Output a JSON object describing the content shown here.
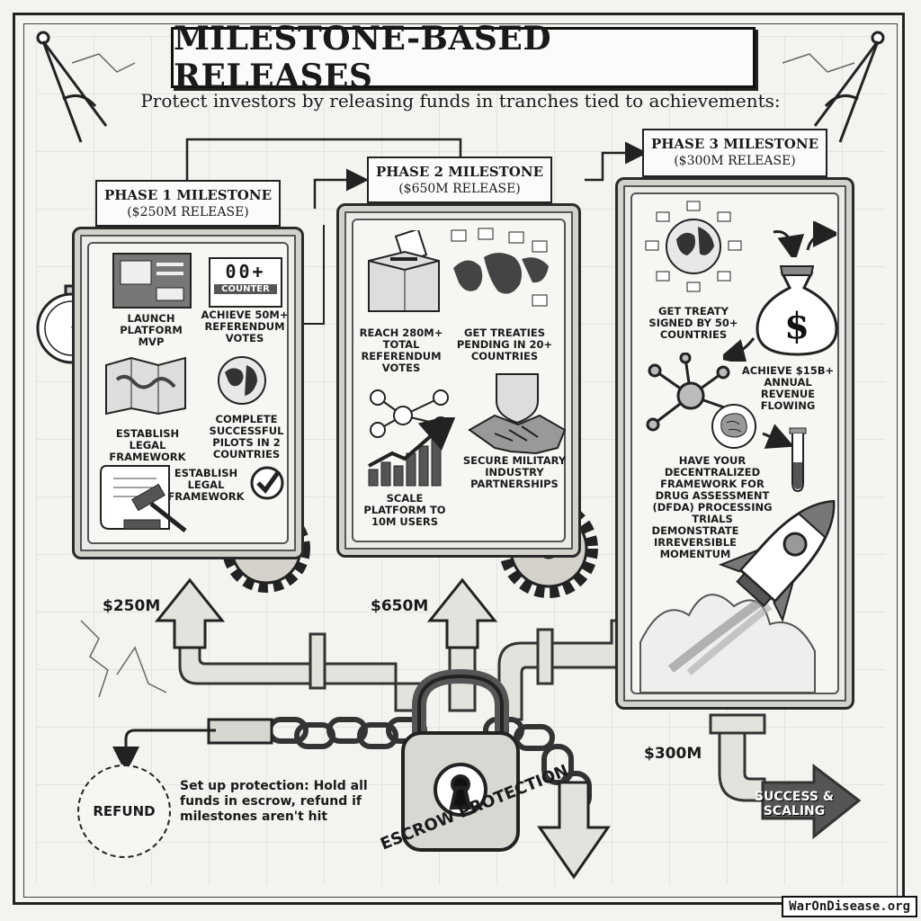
{
  "title": "MILESTONE-BASED RELEASES",
  "subtitle": "Protect investors by releasing funds in tranches tied to achievements:",
  "phases": [
    {
      "heading": "PHASE 1 MILESTONE",
      "release": "($250M RELEASE)",
      "amount": "$250M",
      "milestones": [
        "LAUNCH PLATFORM MVP",
        "ACHIEVE 50M+ REFERENDUM VOTES",
        "ESTABLISH LEGAL FRAMEWORK",
        "COMPLETE SUCCESSFUL PILOTS IN 2 COUNTRIES",
        "ESTABLISH LEGAL FRAMEWORK"
      ],
      "counter_digits": "00+",
      "counter_label": "COUNTER"
    },
    {
      "heading": "PHASE 2 MILESTONE",
      "release": "($650M RELEASE)",
      "amount": "$650M",
      "milestones": [
        "REACH 280M+ TOTAL REFERENDUM VOTES",
        "GET TREATIES PENDING IN 20+ COUNTRIES",
        "SCALE PLATFORM TO 10M USERS",
        "SECURE MILITARY INDUSTRY PARTNERSHIPS"
      ]
    },
    {
      "heading": "PHASE 3 MILESTONE",
      "release": "($300M RELEASE)",
      "amount": "$300M",
      "milestones": [
        "GET TREATY SIGNED BY 50+ COUNTRIES",
        "ACHIEVE $15B+ ANNUAL REVENUE FLOWING",
        "HAVE YOUR DECENTRALIZED FRAMEWORK FOR DRUG ASSESSMENT (dFDA) PROCESSING TRIALS",
        "DEMONSTRATE IRREVERSIBLE MOMENTUM"
      ],
      "money_bag_symbol": "$"
    }
  ],
  "refund": {
    "label": "REFUND",
    "protection_text": "Set up protection: Hold all funds in escrow, refund if milestones aren't hit"
  },
  "escrow_label": "ESCROW PROTECTION",
  "success_label": "SUCCESS & SCALING",
  "watermark": "WarOnDisease.org",
  "icons": [
    "compass-icon",
    "gauge-icon",
    "dashboard-icon",
    "map-icon",
    "globe-icon",
    "scroll-gavel-icon",
    "checkmark-icon",
    "gear-icon",
    "ballot-box-icon",
    "world-map-icon",
    "network-icon",
    "growth-chart-icon",
    "handshake-icon",
    "money-bag-icon",
    "brain-icon",
    "test-tube-icon",
    "rocket-icon",
    "padlock-icon",
    "chain-icon",
    "arrow-icon"
  ]
}
